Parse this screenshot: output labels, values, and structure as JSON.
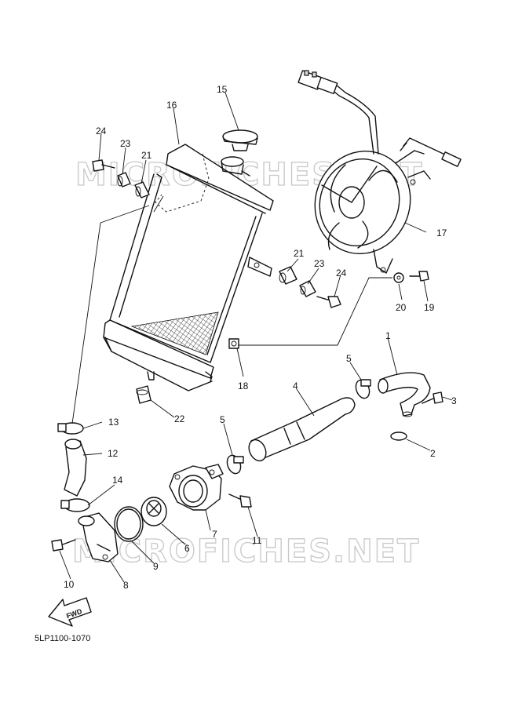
{
  "diagram": {
    "drawing_code": "5LP1100-1070",
    "watermark": "MICROFICHES.NET",
    "fwd_label": "FWD",
    "callouts": [
      "1",
      "2",
      "3",
      "4",
      "5",
      "5",
      "6",
      "7",
      "8",
      "9",
      "10",
      "11",
      "12",
      "13",
      "14",
      "15",
      "16",
      "17",
      "18",
      "19",
      "20",
      "21",
      "21",
      "22",
      "23",
      "23",
      "24",
      "24"
    ]
  }
}
